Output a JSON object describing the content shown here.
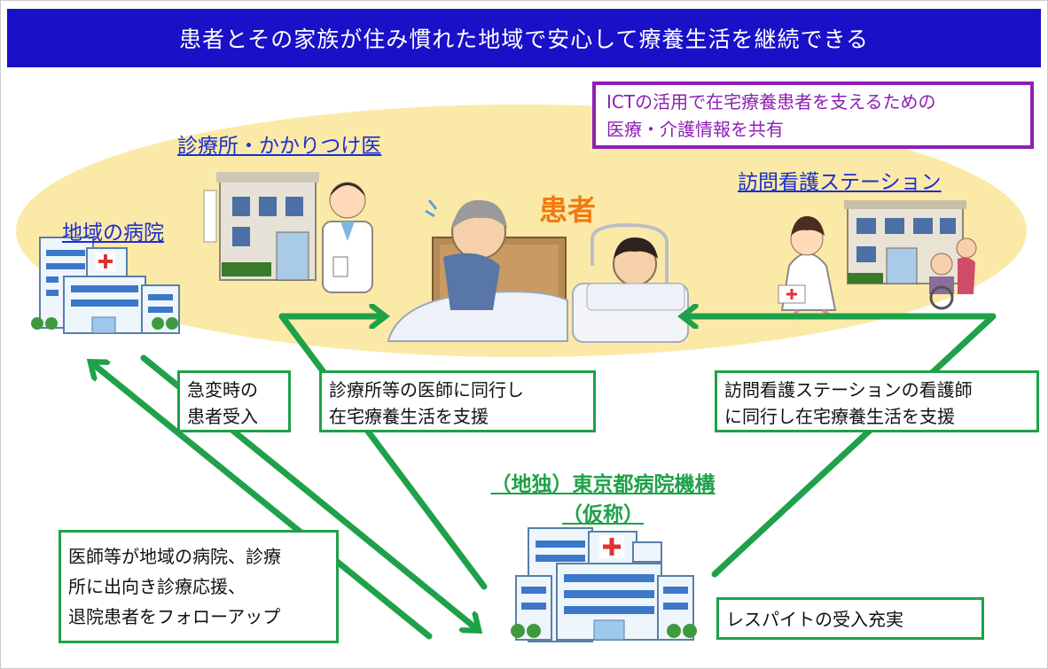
{
  "title": "患者とその家族が住み慣れた地域で安心して療養生活を継続できる",
  "ict_note": {
    "line1": "ICTの活用で在宅療養患者を支えるための",
    "line2": "医療・介護情報を共有"
  },
  "nodes": {
    "clinic": "診療所・かかりつけ医",
    "local_hospital": "地域の病院",
    "patient": "患者",
    "nursing_station": "訪問看護ステーション",
    "organization_line1": "（地独）東京都病院機構",
    "organization_line2": "（仮称）"
  },
  "boxes": {
    "emergency": {
      "line1": "急変時の",
      "line2": "患者受入"
    },
    "clinic_support": {
      "line1": "診療所等の医師に同行し",
      "line2": "在宅療養生活を支援"
    },
    "nurse_support": {
      "line1": "訪問看護ステーションの看護師",
      "line2": "に同行し在宅療養生活を支援"
    },
    "doctor_dispatch": {
      "line1": "医師等が地域の病院、診療",
      "line2": "所に出向き診療応援、",
      "line3": "退院患者をフォローアップ"
    },
    "respite": "レスパイトの受入充実"
  },
  "colors": {
    "title_bg": "#1a10c8",
    "ellipse": "#fbe9a7",
    "link_blue": "#1b2fd1",
    "patient_orange": "#f07a10",
    "ict_purple": "#8e1fb3",
    "arrow_green": "#1fa149"
  }
}
